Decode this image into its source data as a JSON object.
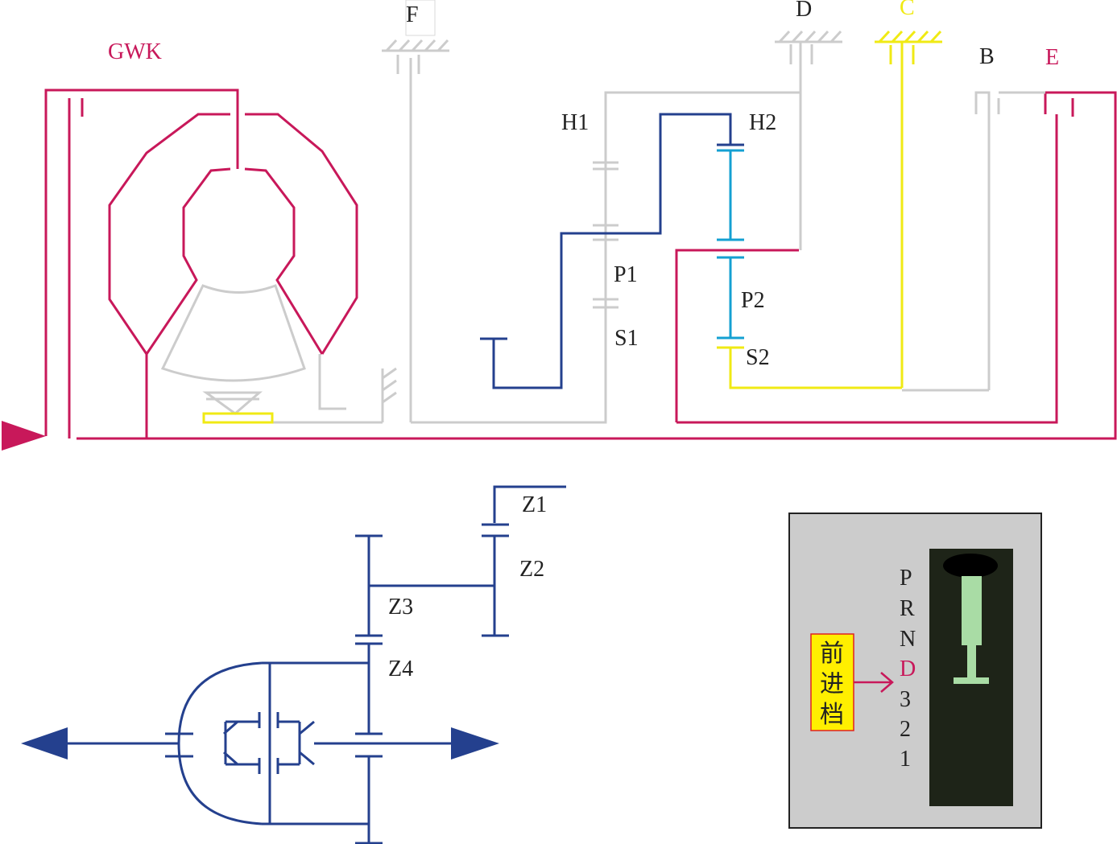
{
  "labels": {
    "gwk": "GWK",
    "f": "F",
    "d": "D",
    "c": "C",
    "b": "B",
    "e": "E",
    "h1": "H1",
    "h2": "H2",
    "p1": "P1",
    "p2": "P2",
    "s1": "S1",
    "s2": "S2",
    "z1": "Z1",
    "z2": "Z2",
    "z3": "Z3",
    "z4": "Z4"
  },
  "selector": {
    "positions": [
      "P",
      "R",
      "N",
      "D",
      "3",
      "2",
      "1"
    ],
    "active_position": "D",
    "callout_chars": [
      "前",
      "进",
      "档"
    ]
  },
  "colors": {
    "crimson": "#c8185a",
    "gray": "#cccccc",
    "navy": "#24408e",
    "cyan": "#14a0d2",
    "yellow": "#f0ea14",
    "panel": "#cccccc",
    "slot": "#1e2418",
    "lever": "#a9dca5",
    "callout_bg": "#ffef00"
  }
}
